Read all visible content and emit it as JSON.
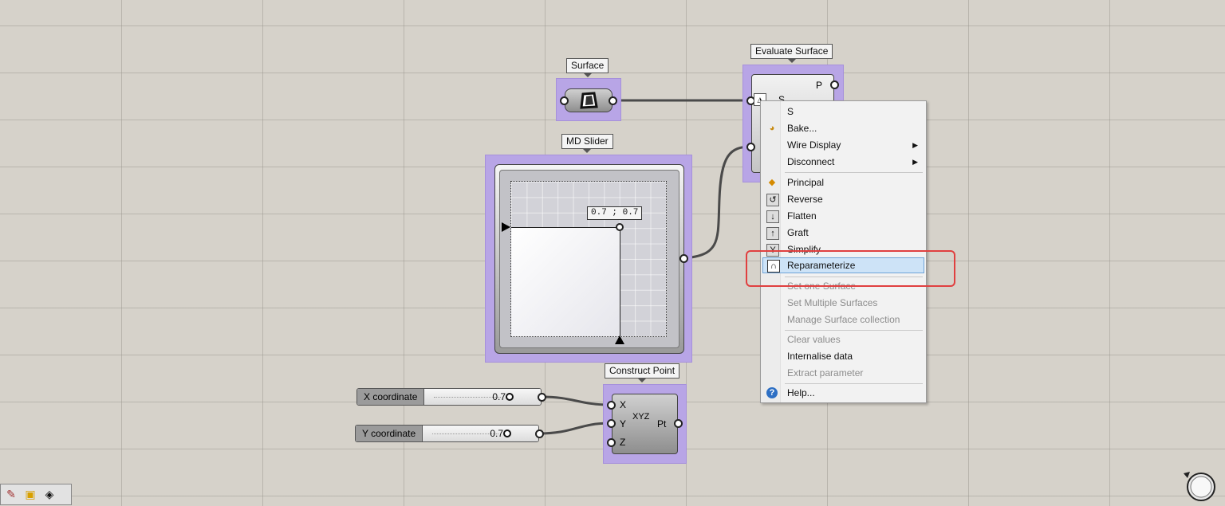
{
  "canvas": {
    "background": "#d6d2ca",
    "selection_color": "#b8a5e6"
  },
  "surface_param": {
    "label": "Surface",
    "icon": "surface-icon"
  },
  "md_slider": {
    "label": "MD Slider",
    "value": "0.7 ; 0.7"
  },
  "evaluate_surface": {
    "label": "Evaluate Surface",
    "output_p": "P",
    "input_s": "S"
  },
  "construct_point": {
    "label": "Construct Point",
    "inputs": [
      "X",
      "Y",
      "Z"
    ],
    "output": "Pt",
    "icon_text": "XYZ"
  },
  "sliders": [
    {
      "label": "X coordinate",
      "value": "0.7"
    },
    {
      "label": "Y coordinate",
      "value": "0.7"
    }
  ],
  "context_menu": {
    "items": [
      {
        "label": "S",
        "icon": "",
        "state": "normal"
      },
      {
        "label": "Bake...",
        "icon": "bake-icon",
        "state": "normal"
      },
      {
        "label": "Wire Display",
        "icon": "",
        "state": "submenu"
      },
      {
        "label": "Disconnect",
        "icon": "",
        "state": "submenu"
      },
      {
        "label": "Principal",
        "icon": "principal-icon",
        "state": "normal"
      },
      {
        "label": "Reverse",
        "icon": "reverse-icon",
        "state": "normal"
      },
      {
        "label": "Flatten",
        "icon": "flatten-icon",
        "state": "normal"
      },
      {
        "label": "Graft",
        "icon": "graft-icon",
        "state": "normal"
      },
      {
        "label": "Simplify",
        "icon": "simplify-icon",
        "state": "normal"
      },
      {
        "label": "Reparameterize",
        "icon": "reparameterize-icon",
        "state": "highlighted"
      },
      {
        "label": "Set one Surface",
        "icon": "",
        "state": "disabled"
      },
      {
        "label": "Set Multiple Surfaces",
        "icon": "",
        "state": "disabled"
      },
      {
        "label": "Manage Surface collection",
        "icon": "",
        "state": "disabled"
      },
      {
        "label": "Clear values",
        "icon": "",
        "state": "disabled"
      },
      {
        "label": "Internalise data",
        "icon": "",
        "state": "normal"
      },
      {
        "label": "Extract parameter",
        "icon": "",
        "state": "disabled"
      },
      {
        "label": "Help...",
        "icon": "help-icon",
        "state": "normal"
      }
    ],
    "highlight_color": "#cde3f7",
    "annotation_color": "#e04040"
  },
  "toolbar": {
    "icons": [
      "sketch-icon",
      "frame-icon",
      "surface-icon"
    ]
  }
}
